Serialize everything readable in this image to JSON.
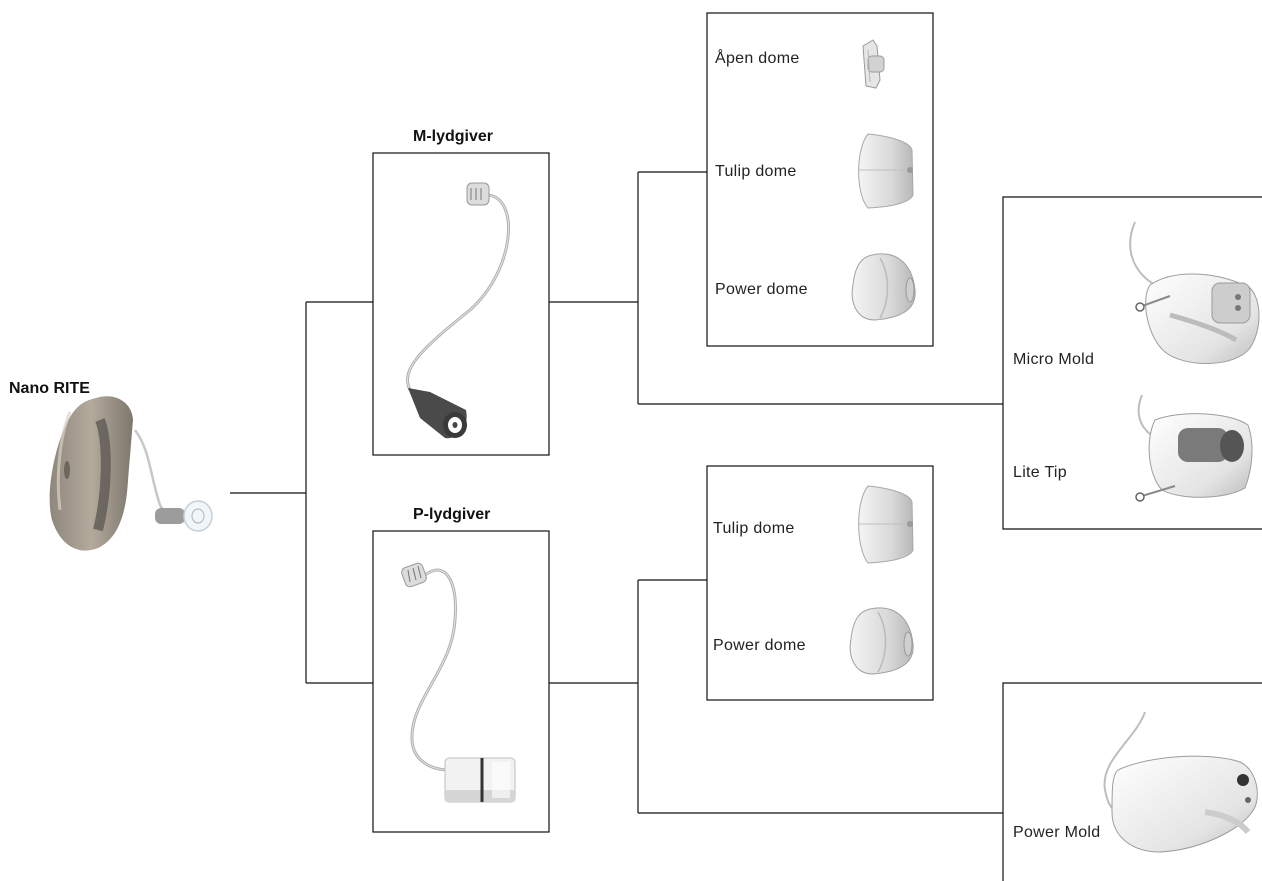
{
  "root": {
    "title": "Nano RITE"
  },
  "receivers": {
    "m": {
      "title": "M-lydgiver"
    },
    "p": {
      "title": "P-lydgiver"
    }
  },
  "m_domes": [
    "Åpen dome",
    "Tulip dome",
    "Power dome"
  ],
  "p_domes": [
    "Tulip dome",
    "Power dome"
  ],
  "molds_upper": [
    "Micro Mold",
    "Lite Tip"
  ],
  "molds_lower": [
    "Power Mold"
  ],
  "icons": [
    "hearing-aid",
    "m-receiver",
    "p-receiver",
    "open-dome",
    "tulip-dome",
    "power-dome",
    "micro-mold",
    "lite-tip",
    "power-mold"
  ]
}
